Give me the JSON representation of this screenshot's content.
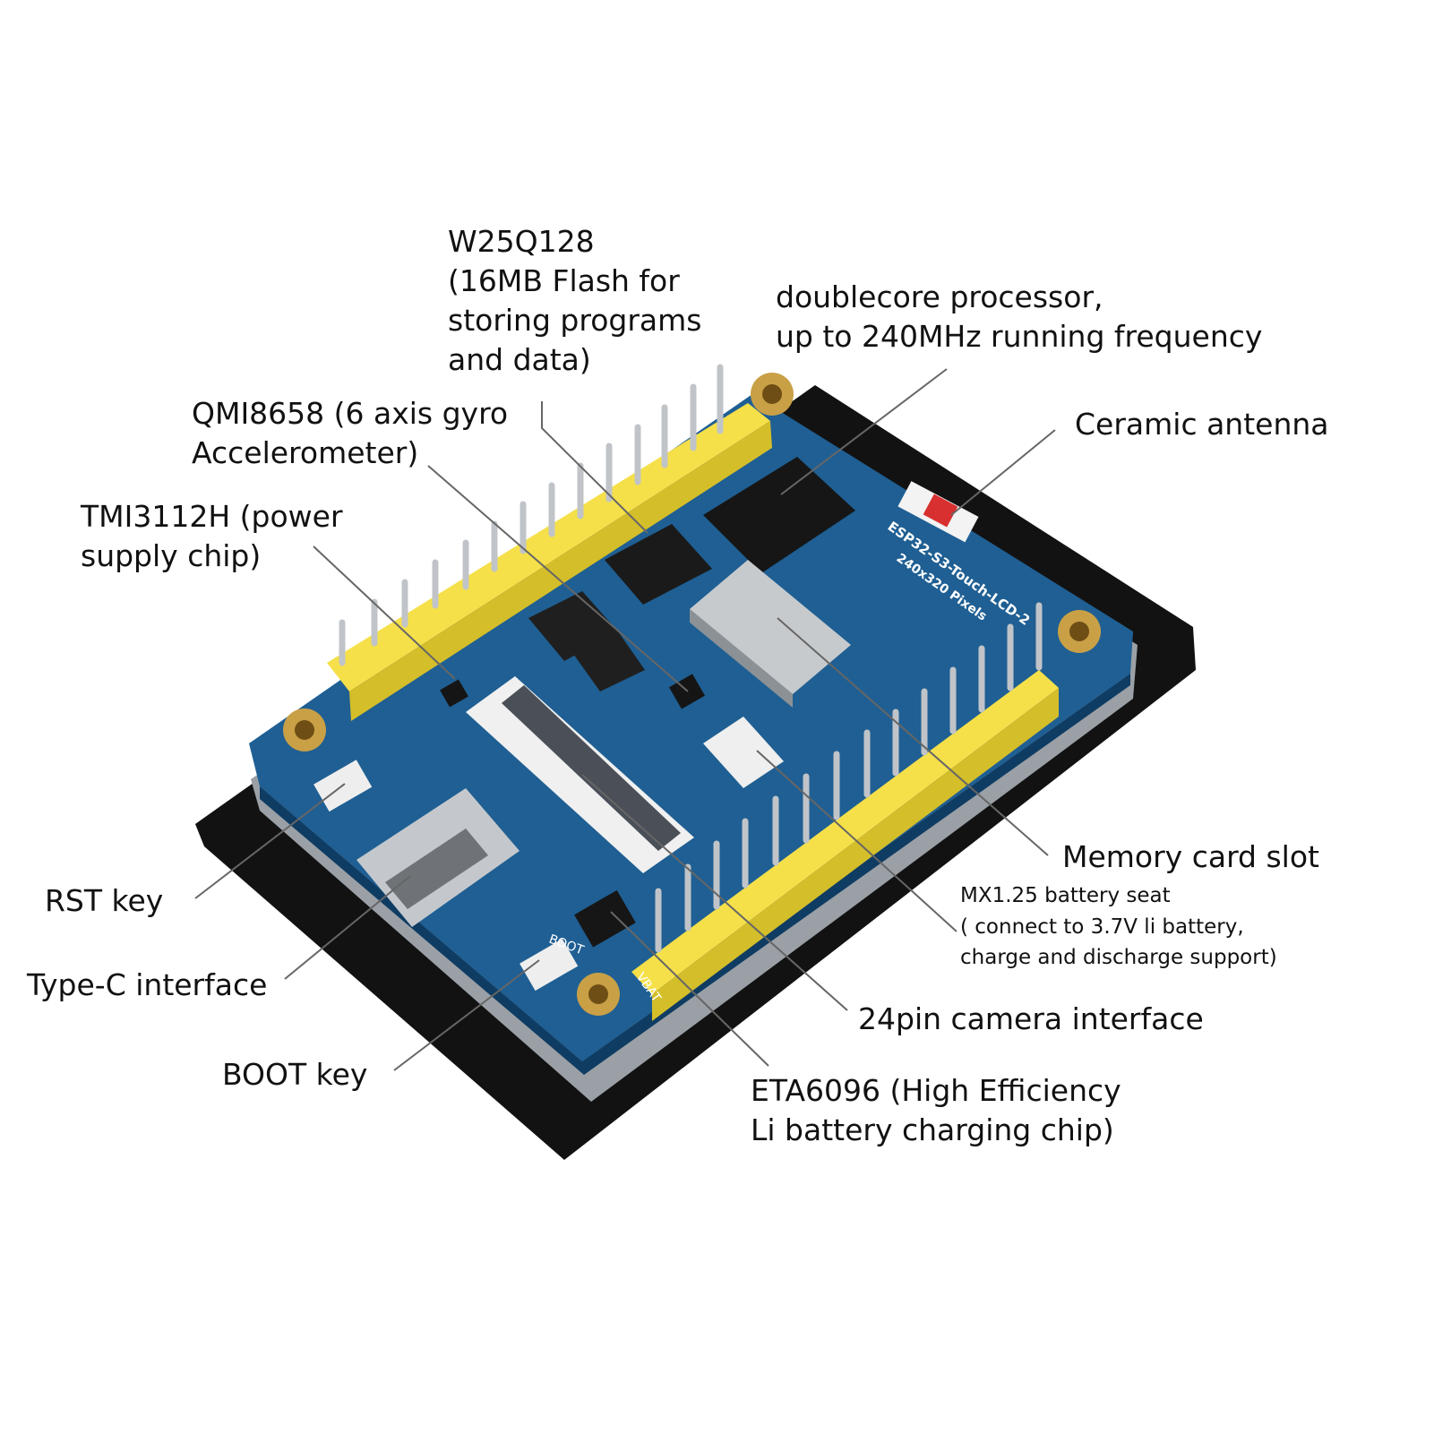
{
  "labels": {
    "flash": [
      "W25Q128",
      "(16MB Flash for",
      "storing programs",
      "and data)"
    ],
    "processor": [
      "doublecore processor,",
      "up to 240MHz running frequency"
    ],
    "gyro": [
      "QMI8658 (6 axis gyro",
      "Accelerometer)"
    ],
    "antenna": "Ceramic antenna",
    "power": [
      "TMI3112H (power",
      "supply chip)"
    ],
    "memory_card": "Memory card slot",
    "battery_seat": [
      "MX1.25 battery seat",
      "( connect to 3.7V li battery,",
      "charge and discharge support)"
    ],
    "rst": "RST key",
    "typec": "Type-C interface",
    "camera": "24pin camera interface",
    "boot": "BOOT key",
    "charger": [
      "ETA6096 (High Efficiency",
      "Li battery charging chip)"
    ]
  },
  "board": {
    "silkscreen": [
      "ESP32-S3-Touch-LCD-2",
      "240x320 Pixels"
    ],
    "boot_mark": "BOOT",
    "vbat_mark": "VBAT",
    "colors": {
      "pcb": "#1f5f93",
      "header": "#f5e04a",
      "panel": "#111111",
      "brass": "#c9a046"
    }
  }
}
